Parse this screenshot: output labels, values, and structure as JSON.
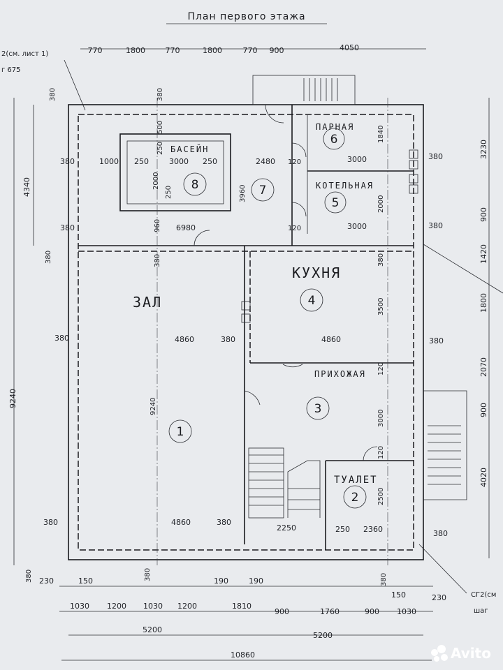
{
  "title": "План первого этажа",
  "watermark": "Avito",
  "rooms": [
    {
      "num": "1",
      "name": "ЗАЛ"
    },
    {
      "num": "2",
      "name": "ТУАЛЕТ"
    },
    {
      "num": "3",
      "name": "ПРИХОЖАЯ"
    },
    {
      "num": "4",
      "name": "КУХНЯ"
    },
    {
      "num": "5",
      "name": "КОТЕЛЬНАЯ"
    },
    {
      "num": "6",
      "name": "ПАРНАЯ"
    },
    {
      "num": "7",
      "name": ""
    },
    {
      "num": "8",
      "name": "БАСЕЙН"
    }
  ],
  "notes": {
    "topleft_ref": "2(см. лист 1)",
    "topleft_sub": "г 675",
    "bottomright_ref": "СГ2(см",
    "bottomright_sub": "шаг"
  },
  "top_dims": [
    "770",
    "1800",
    "770",
    "1800",
    "770",
    "900",
    "4050"
  ],
  "bottom_dims_row1": [
    "230",
    "150",
    "190",
    "190",
    "150",
    "230"
  ],
  "bottom_dims_row2": [
    "1030",
    "1200",
    "1030",
    "1200",
    "1810",
    "900",
    "1760",
    "900",
    "1030"
  ],
  "bottom_dims_row3": [
    "5200",
    "5200"
  ],
  "bottom_total": "10860",
  "left_dims": [
    "380",
    "4340",
    "380",
    "9240",
    "380",
    "380",
    "380",
    "380"
  ],
  "right_dims": [
    "3230",
    "900",
    "1420",
    "1800",
    "2070",
    "900",
    "4020"
  ],
  "interior_dims": {
    "pool_1000": "1000",
    "pool_250a": "250",
    "pool_3000": "3000",
    "pool_250b": "250",
    "pool_500": "500",
    "pool_250v1": "250",
    "pool_2000": "2000",
    "pool_250v2": "250",
    "d380_top": "380",
    "d2480": "2480",
    "d3960": "3960",
    "d120a": "120",
    "d120b": "120",
    "d3000a": "3000",
    "d3000b": "3000",
    "d1840": "1840",
    "d2000": "2000",
    "d960": "960",
    "d6980": "6980",
    "d380_r1": "380",
    "d380_r2": "380",
    "hall_380": "380",
    "hall_4860a": "4860",
    "hall_380b": "380",
    "hall_9240": "9240",
    "kit_380": "380",
    "kit_3500": "3500",
    "kit_4860": "4860",
    "kit_380r": "380",
    "ent_120": "120",
    "ent_3000": "3000",
    "ent_120b": "120",
    "toi_2500": "2500",
    "toi_250": "250",
    "toi_2360": "2360",
    "toi_380r": "380",
    "stair_2250": "2250",
    "bot_380a": "380",
    "bot_4860": "4860",
    "bot_380b": "380",
    "bot_380c": "380",
    "bot_380d": "380"
  }
}
